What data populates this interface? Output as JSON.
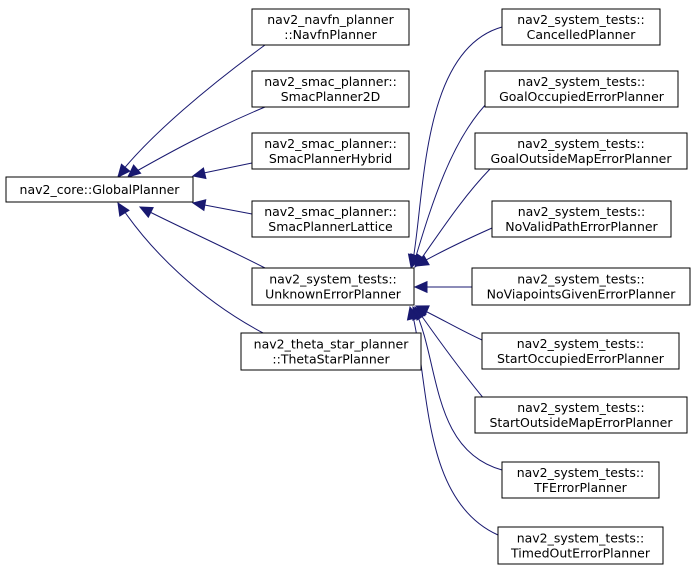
{
  "nodes": [
    {
      "id": "global_planner",
      "lines": [
        "nav2_core::GlobalPlanner"
      ]
    },
    {
      "id": "navfn",
      "lines": [
        "nav2_navfn_planner",
        "::NavfnPlanner"
      ]
    },
    {
      "id": "smac2d",
      "lines": [
        "nav2_smac_planner::",
        "SmacPlanner2D"
      ]
    },
    {
      "id": "smachybrid",
      "lines": [
        "nav2_smac_planner::",
        "SmacPlannerHybrid"
      ]
    },
    {
      "id": "smaclattice",
      "lines": [
        "nav2_smac_planner::",
        "SmacPlannerLattice"
      ]
    },
    {
      "id": "unknown",
      "lines": [
        "nav2_system_tests::",
        "UnknownErrorPlanner"
      ]
    },
    {
      "id": "thetastar",
      "lines": [
        "nav2_theta_star_planner",
        "::ThetaStarPlanner"
      ]
    },
    {
      "id": "cancelled",
      "lines": [
        "nav2_system_tests::",
        "CancelledPlanner"
      ]
    },
    {
      "id": "goaloccupied",
      "lines": [
        "nav2_system_tests::",
        "GoalOccupiedErrorPlanner"
      ]
    },
    {
      "id": "goaloutside",
      "lines": [
        "nav2_system_tests::",
        "GoalOutsideMapErrorPlanner"
      ]
    },
    {
      "id": "novalidpath",
      "lines": [
        "nav2_system_tests::",
        "NoValidPathErrorPlanner"
      ]
    },
    {
      "id": "noviapoints",
      "lines": [
        "nav2_system_tests::",
        "NoViapointsGivenErrorPlanner"
      ]
    },
    {
      "id": "startoccupied",
      "lines": [
        "nav2_system_tests::",
        "StartOccupiedErrorPlanner"
      ]
    },
    {
      "id": "startoutside",
      "lines": [
        "nav2_system_tests::",
        "StartOutsideMapErrorPlanner"
      ]
    },
    {
      "id": "tferror",
      "lines": [
        "nav2_system_tests::",
        "TFErrorPlanner"
      ]
    },
    {
      "id": "timedout",
      "lines": [
        "nav2_system_tests::",
        "TimedOutErrorPlanner"
      ]
    }
  ],
  "edges": [
    {
      "from": "navfn",
      "to": "global_planner"
    },
    {
      "from": "smac2d",
      "to": "global_planner"
    },
    {
      "from": "smachybrid",
      "to": "global_planner"
    },
    {
      "from": "smaclattice",
      "to": "global_planner"
    },
    {
      "from": "unknown",
      "to": "global_planner"
    },
    {
      "from": "thetastar",
      "to": "global_planner"
    },
    {
      "from": "cancelled",
      "to": "unknown"
    },
    {
      "from": "goaloccupied",
      "to": "unknown"
    },
    {
      "from": "goaloutside",
      "to": "unknown"
    },
    {
      "from": "novalidpath",
      "to": "unknown"
    },
    {
      "from": "noviapoints",
      "to": "unknown"
    },
    {
      "from": "startoccupied",
      "to": "unknown"
    },
    {
      "from": "startoutside",
      "to": "unknown"
    },
    {
      "from": "tferror",
      "to": "unknown"
    },
    {
      "from": "timedout",
      "to": "unknown"
    }
  ],
  "colors": {
    "edge": "#191970",
    "node_border": "#000000",
    "node_fill": "#ffffff"
  }
}
